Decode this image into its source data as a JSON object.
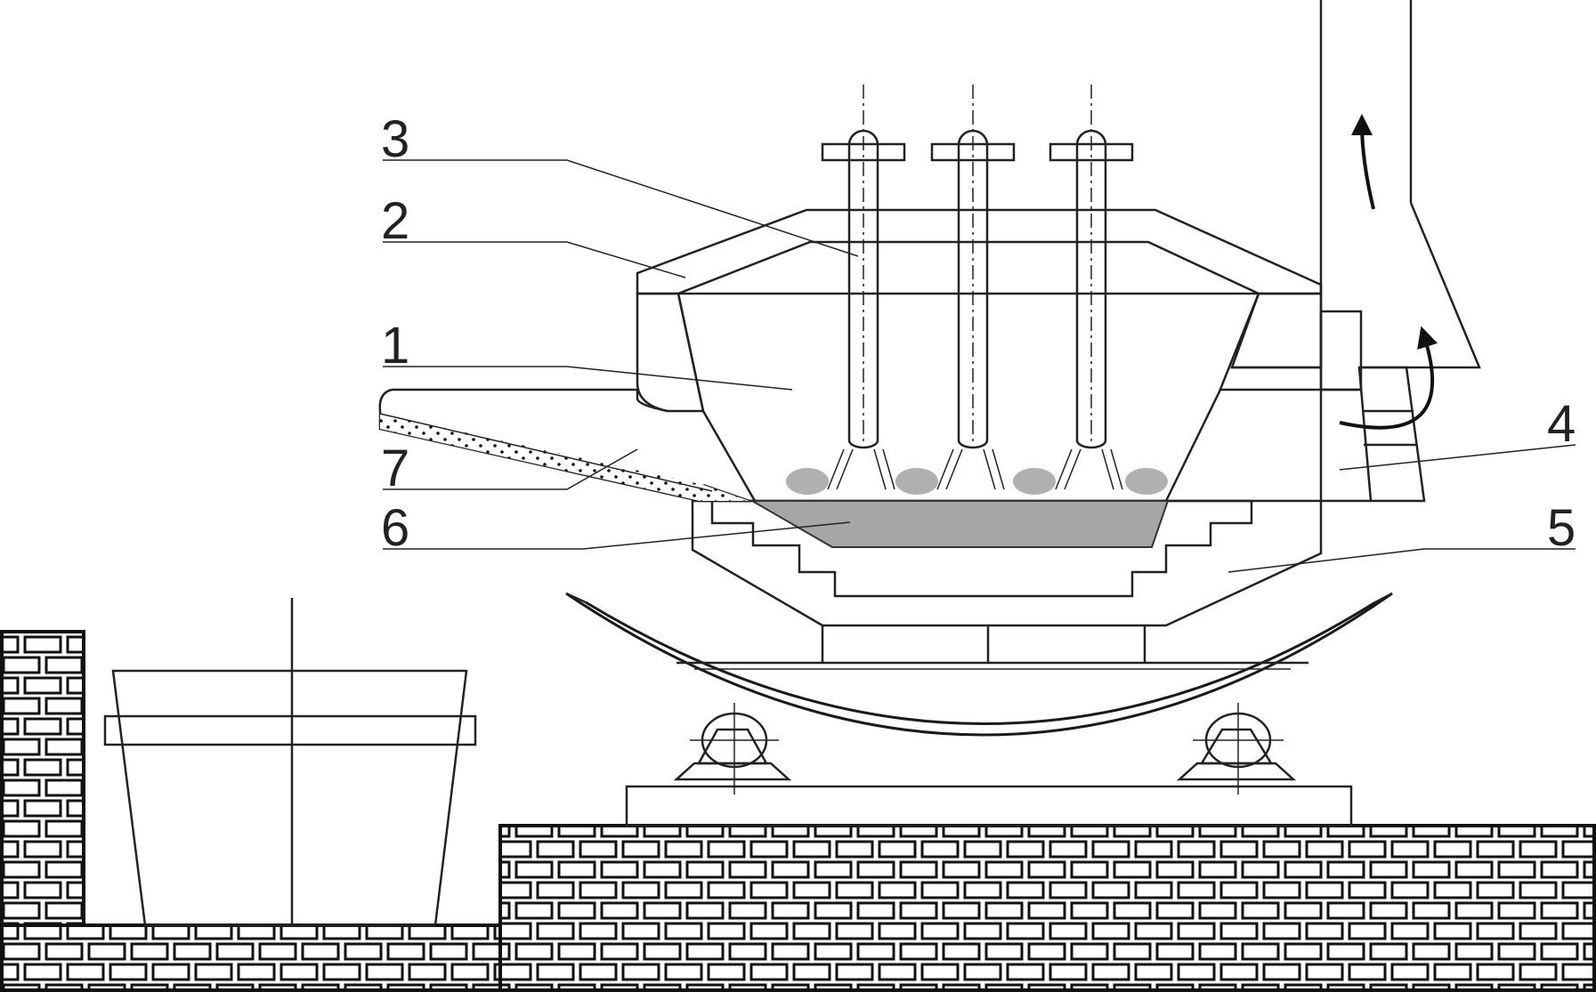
{
  "diagram": {
    "labels": [
      {
        "id": "1",
        "text": "1"
      },
      {
        "id": "2",
        "text": "2"
      },
      {
        "id": "3",
        "text": "3"
      },
      {
        "id": "4",
        "text": "4"
      },
      {
        "id": "5",
        "text": "5"
      },
      {
        "id": "6",
        "text": "6"
      },
      {
        "id": "7",
        "text": "7"
      }
    ]
  },
  "colors": {
    "line": "#222222",
    "melt": "#a6a6a6",
    "background": "#ffffff"
  }
}
